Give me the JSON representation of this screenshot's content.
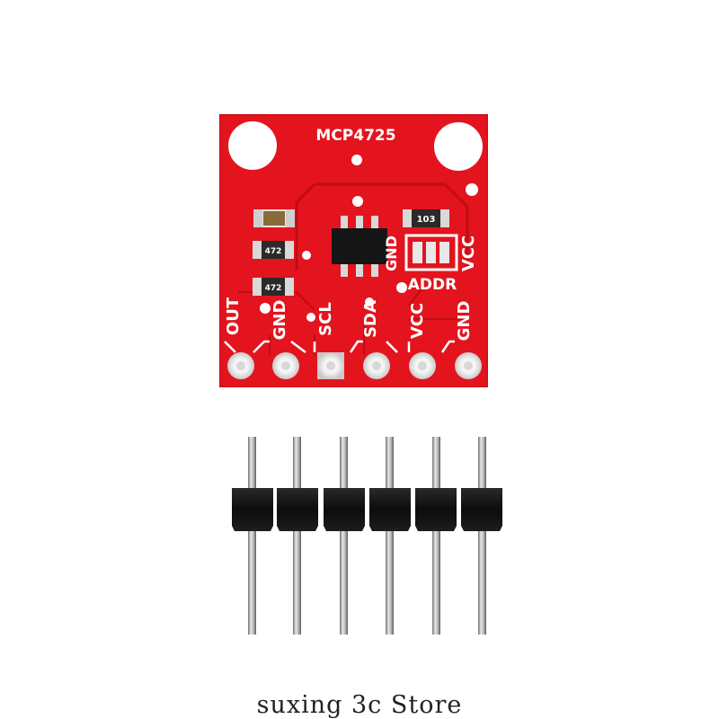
{
  "board": {
    "title": "MCP4725",
    "addr_label": "ADDR",
    "right_gnd": "GND",
    "right_vcc": "VCC",
    "resistor_top": "103",
    "resistor_mid": "472",
    "resistor_bot": "472",
    "pins": [
      "OUT",
      "GND",
      "SCL",
      "SDA",
      "VCC",
      "GND"
    ]
  },
  "colors": {
    "pcb": "#e3141e",
    "pcb_dark": "#c20b14",
    "header_plastic": "#111111",
    "pin_metal": "#b8b8b8"
  },
  "caption": "suxing 3c Store"
}
